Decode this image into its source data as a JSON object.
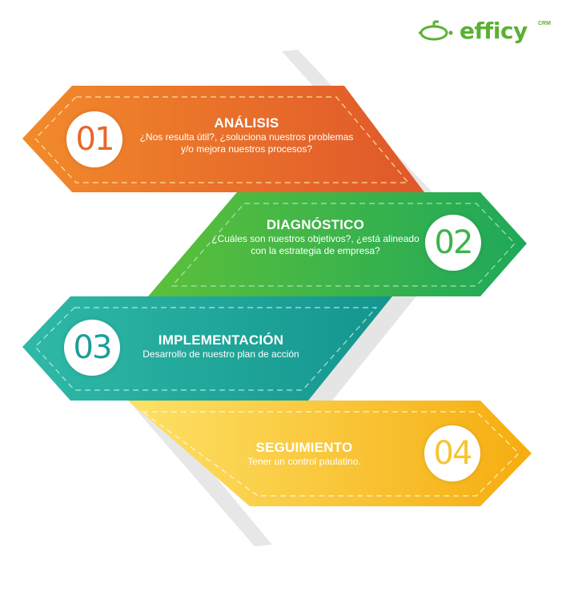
{
  "brand": {
    "name": "efficy",
    "suffix": "CRM",
    "color": "#5bb033"
  },
  "steps": [
    {
      "number": "01",
      "title": "ANÁLISIS",
      "description": "¿Nos resulta útil?, ¿soluciona nuestros problemas y/o mejora nuestros procesos?",
      "color_start": "#f28a2b",
      "color_end": "#e0572a"
    },
    {
      "number": "02",
      "title": "DIAGNÓSTICO",
      "description": "¿Cuáles son nuestros objetivos?, ¿está alineado con la estrategia de empresa?",
      "color_start": "#5cc03a",
      "color_end": "#1fa85a"
    },
    {
      "number": "03",
      "title": "IMPLEMENTACIÓN",
      "description": "Desarrollo de nuestro plan de acción",
      "color_start": "#2fb9a6",
      "color_end": "#14958f"
    },
    {
      "number": "04",
      "title": "SEGUIMIENTO",
      "description": "Tener un control paulatino.",
      "color_start": "#fde167",
      "color_end": "#f5ad0f"
    }
  ]
}
